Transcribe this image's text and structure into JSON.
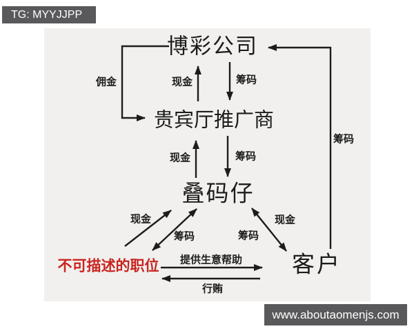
{
  "header_badge": {
    "text": "TG: MYYJJPP"
  },
  "footer_badge": {
    "text": "www.aboutaomenjs.com"
  },
  "colors": {
    "badge_background": "#59595b",
    "panel_background": "#f1f0ee",
    "line": "#1c1c1c",
    "highlight_red": "#ca2420"
  },
  "diagram": {
    "nodes": {
      "betting_company": "博彩公司",
      "vip_room_promoter": "贵宾厅推广商",
      "junket_agent": "叠码仔",
      "unspeakable_position": "不可描述的职位",
      "customer": "客户"
    },
    "edge_labels": {
      "commission": "佣金",
      "cash_company_promoter": "现金",
      "chips_company_promoter": "筹码",
      "cash_promoter_agent": "现金",
      "chips_promoter_agent": "筹码",
      "cash_left": "现金",
      "chips_left": "筹码",
      "chips_right": "筹码",
      "cash_right": "现金",
      "chips_customer_company": "筹码",
      "provide_business_help": "提供生意帮助",
      "bribery": "行贿"
    }
  }
}
